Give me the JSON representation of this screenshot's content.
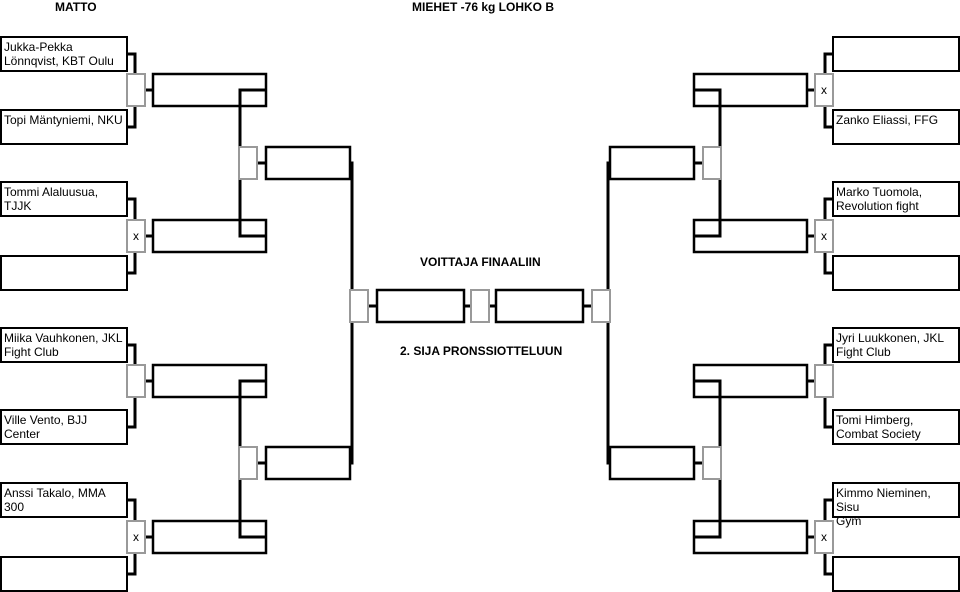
{
  "header": {
    "matto_label": "MATTO",
    "title": "MIEHET -76 kg LOHKO B"
  },
  "center": {
    "winner_label": "VOITTAJA FINAALIIN",
    "second_label": "2. SIJA PRONSSIOTTELUUN"
  },
  "left": {
    "competitors": [
      "Jukka-Pekka\nLönnqvist, KBT Oulu",
      "Topi Mäntyniemi, NKU",
      "Tommi Alaluusua,\nTJJK",
      "",
      "Miika Vauhkonen, JKL\nFight Club",
      "Ville Vento, BJJ\nCenter",
      "Anssi Takalo, MMA\n300",
      ""
    ],
    "round1_marks": [
      "",
      "x",
      "",
      "x"
    ]
  },
  "right": {
    "competitors": [
      "",
      "Zanko Eliassi, FFG",
      "Marko Tuomola,\nRevolution fight",
      "",
      "Jyri Luukkonen, JKL\nFight Club",
      "Tomi Himberg,\nCombat Society",
      "Kimmo Nieminen, Sisu\nGym",
      ""
    ],
    "round1_marks": [
      "x",
      "x",
      "",
      "x"
    ]
  },
  "colors": {
    "line": "#000000",
    "mark_border": "#999999"
  }
}
